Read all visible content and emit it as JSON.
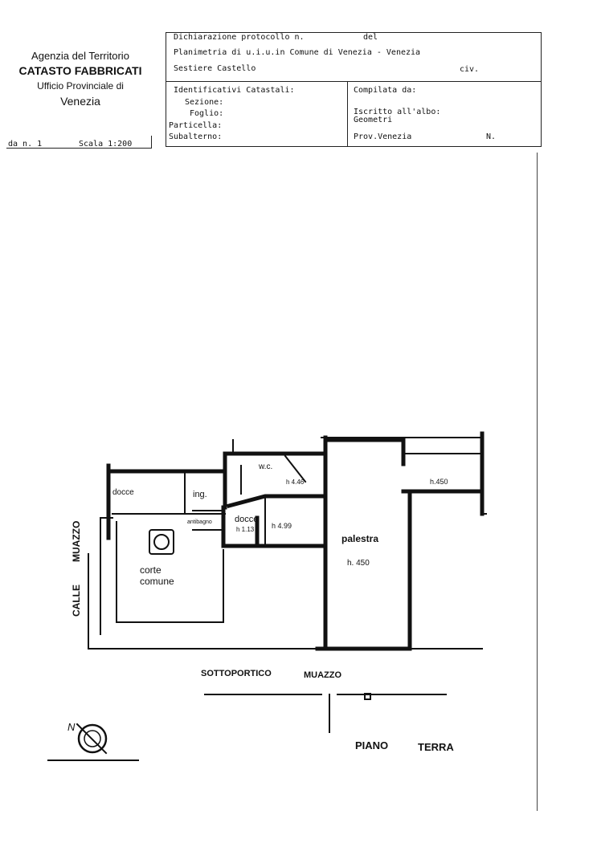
{
  "agency": {
    "line1": "Agenzia del Territorio",
    "line2": "CATASTO FABBRICATI",
    "line3": "Ufficio Provinciale di",
    "line4": "Venezia"
  },
  "header": {
    "protocol_label": "Dichiarazione protocollo n.",
    "del_label": "del",
    "plan_title": "Planimetria di u.i.u.in Comune di Venezia - Venezia",
    "address": "Sestiere Castello",
    "civ_label": "civ.",
    "ident_title": "Identificativi Catastali:",
    "sezione": "Sezione:",
    "foglio": "Foglio:",
    "particella": "Particella:",
    "subalterno": "Subalterno:",
    "compilata": "Compilata da:",
    "iscritto": "Iscritto all'albo:",
    "geometri": "Geometri",
    "prov": "Prov.Venezia",
    "n_label": "N."
  },
  "sheet": {
    "page": "da n. 1",
    "scale": "Scala 1:200"
  },
  "plan": {
    "rooms": {
      "docce_left": "docce",
      "ing": "ing.",
      "antibagno": "antibagno",
      "wc": "w.c.",
      "h_wc": "h 4.46",
      "docce_mid": "docce",
      "h_docce": "h 1.13",
      "h_mid": "h 4.99",
      "palestra": "palestra",
      "h_palestra": "h. 450",
      "h_right": "h.450",
      "corte1": "corte",
      "corte2": "comune"
    },
    "calle": "CALLE",
    "muazzo": "MUAZZO",
    "sottoportico": "SOTTOPORTICO",
    "sotto_muazzo": "MUAZZO",
    "piano": "PIANO",
    "terra": "TERRA",
    "north": "N"
  }
}
